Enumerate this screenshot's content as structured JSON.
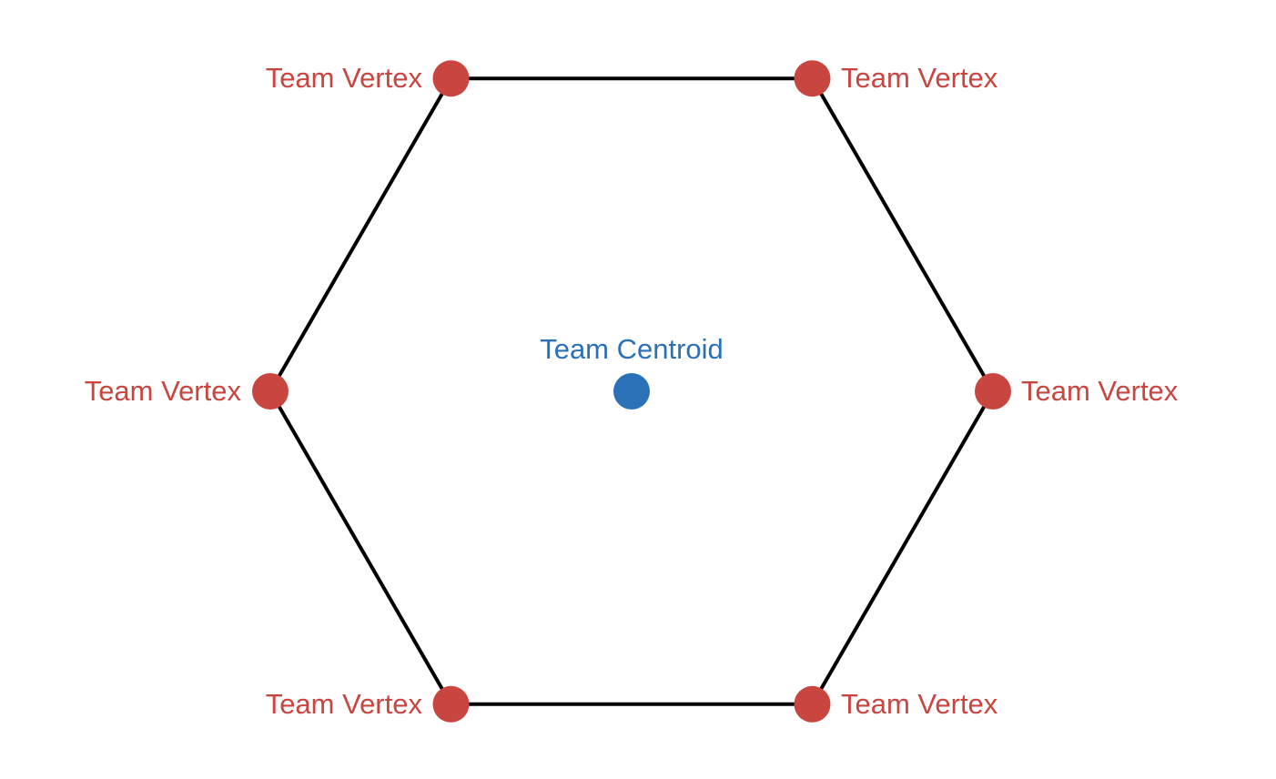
{
  "colors": {
    "vertex": "#c94540",
    "centroid": "#2b71b8",
    "edge": "#000000"
  },
  "vertices": [
    {
      "label": "Team Vertex"
    },
    {
      "label": "Team Vertex"
    },
    {
      "label": "Team Vertex"
    },
    {
      "label": "Team Vertex"
    },
    {
      "label": "Team Vertex"
    },
    {
      "label": "Team Vertex"
    }
  ],
  "centroid": {
    "label": "Team Centroid"
  }
}
